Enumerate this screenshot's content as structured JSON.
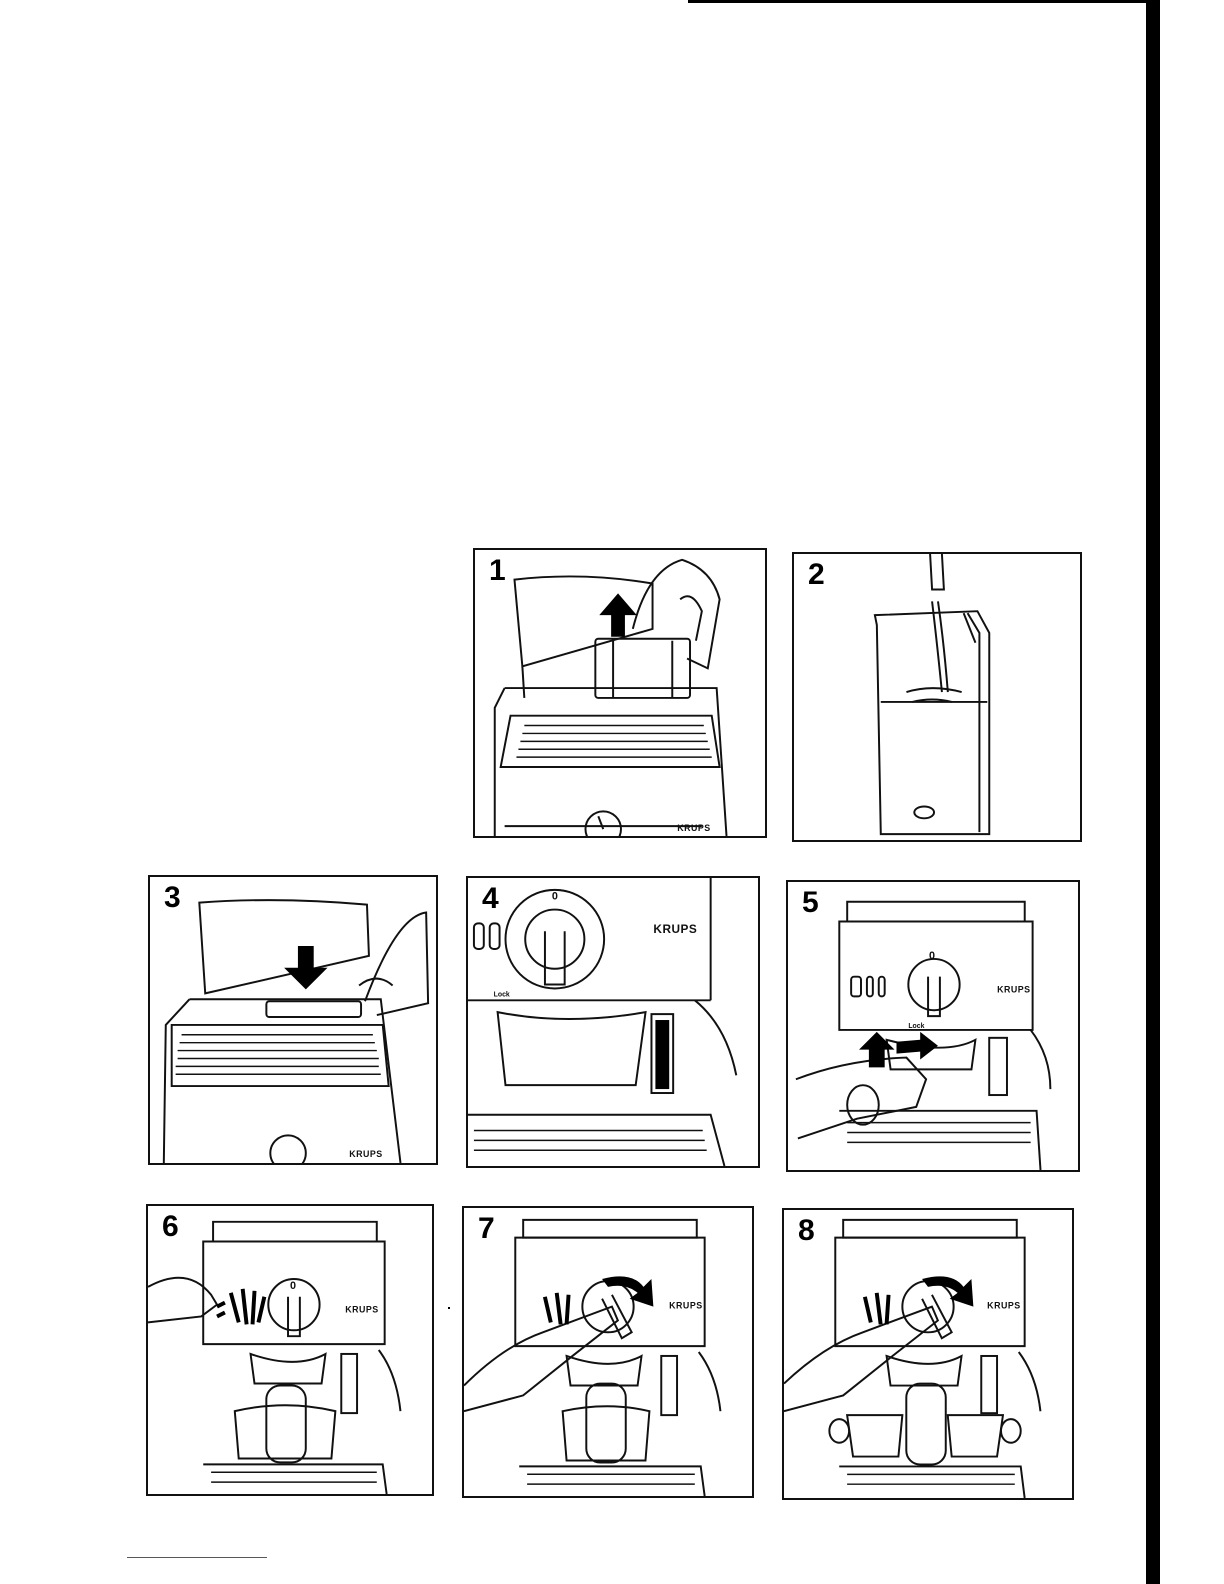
{
  "document": {
    "brand": "KRUPS",
    "lock_label": "Lock",
    "dial_zero": "0",
    "steps": [
      {
        "number": "1",
        "icon": "water-tank-lift-illustration"
      },
      {
        "number": "2",
        "icon": "water-tank-fill-illustration"
      },
      {
        "number": "3",
        "icon": "water-tank-insert-illustration"
      },
      {
        "number": "4",
        "icon": "control-dial-off-illustration"
      },
      {
        "number": "5",
        "icon": "filter-holder-insert-illustration"
      },
      {
        "number": "6",
        "icon": "indicator-light-illustration"
      },
      {
        "number": "7",
        "icon": "dial-turn-single-cup-illustration"
      },
      {
        "number": "8",
        "icon": "dial-turn-two-cups-illustration"
      }
    ]
  }
}
